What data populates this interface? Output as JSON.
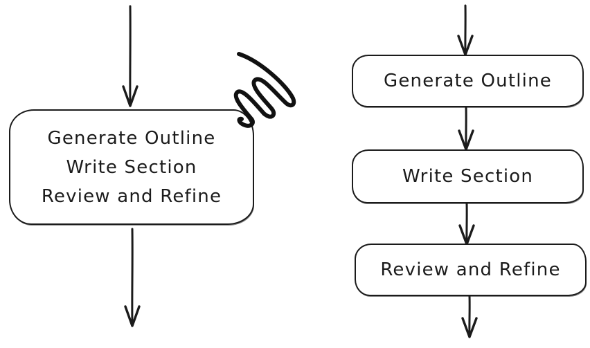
{
  "canvas": {
    "background_color": "#ffffff",
    "stroke_color": "#1b1b1b"
  },
  "left_flow": {
    "combined_node": {
      "lines": [
        "Generate Outline",
        "Write Section",
        "Review and Refine"
      ]
    },
    "annotation": "scribble-scratch-mark"
  },
  "right_flow": {
    "nodes": [
      {
        "label": "Generate Outline"
      },
      {
        "label": "Write Section"
      },
      {
        "label": "Review and Refine"
      }
    ]
  }
}
